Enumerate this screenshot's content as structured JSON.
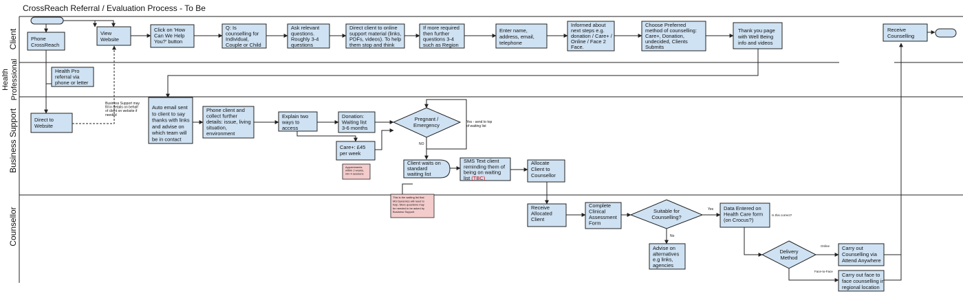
{
  "title": "CrossReach Referral / Evaluation Process - To Be",
  "lanes": [
    "Client",
    "Health Professional",
    "Business Support",
    "Counsellor"
  ],
  "nodes": {
    "phone": [
      "Phone",
      "CrossReach"
    ],
    "view": [
      "View",
      "Website"
    ],
    "howcan": [
      "Click on 'How",
      "Can  We Help",
      "You?'  button"
    ],
    "q": [
      "Q: Is",
      "counselling for",
      "Individual,",
      "Couple or Child"
    ],
    "ask": [
      "Ask relevant",
      "questions.",
      "Roughly 3-4",
      "questions"
    ],
    "direct": [
      "Direct client to online",
      "support material (links,",
      "PDFs, videos). To help",
      "them stop and think"
    ],
    "ifmore": [
      "If more required",
      "then further",
      "questions 3-4",
      "such as Region"
    ],
    "enter": [
      "Enter name,",
      "address, email,",
      "telephone"
    ],
    "informed": [
      "Informed about",
      "next steps e.g.",
      "donation / Care+ /",
      "Online / Face 2",
      "Face."
    ],
    "choose": [
      "Choose Preferred",
      "method of counselling:",
      "Care+, Donation,",
      "undecided, Clients",
      "Submits"
    ],
    "thanks": [
      "Thank you page",
      "with Well Being",
      "info and videos"
    ],
    "receive": [
      "Receive",
      "Counselling"
    ],
    "hpro": [
      "Health Pro",
      "referral via",
      "phone or letter"
    ],
    "dtw": [
      "Direct to",
      "Website"
    ],
    "auto": [
      "Auto email sent",
      "to client to say",
      "thanks with links",
      "and advise on",
      "which team will",
      "be in contact"
    ],
    "phone2": [
      "Phone client and",
      "collect further",
      "details: issue, living",
      "situation,",
      "environment"
    ],
    "explain": [
      "Explain two",
      "ways to",
      "access"
    ],
    "donation": [
      "Donation:",
      "Waiting list",
      "3-6 months"
    ],
    "careplus": [
      "Care+: £45",
      "per week"
    ],
    "pregnant": [
      "Pregnant /",
      "Emergency"
    ],
    "waits": [
      "Client waits on",
      "standard",
      "waiting list"
    ],
    "sms": [
      "SMS Text client",
      "reminding them of",
      "being on waiting"
    ],
    "sms_last": "list",
    "sms_tbc": "(TBC)",
    "allocate": [
      "Allocate",
      "Client to",
      "Counsellor"
    ],
    "recalloc": [
      "Receive",
      "Allocated",
      "Client"
    ],
    "clinical": [
      "Complete",
      "Clinical",
      "Assessment",
      "Form"
    ],
    "suitable": [
      "Suitable for",
      "Counselling?"
    ],
    "advise": [
      "Advise on",
      "alternatives",
      "e.g links,",
      "agencies"
    ],
    "dataentered": [
      "Data Entered on",
      "Health Care form",
      "(on Crocus?)"
    ],
    "delivery": [
      "Delivery",
      "Method"
    ],
    "online": [
      "Carry out",
      "Counselling via",
      "Attend Anywhere"
    ],
    "f2f": [
      "Carry out face to",
      "face counselling in",
      "regional location"
    ]
  },
  "notes": {
    "bsupport": [
      "Business Support may",
      "fill in details on behalf",
      "of client on website if",
      "needed"
    ],
    "yes_send": [
      "Yes - send to top",
      "of waiting list"
    ],
    "no1": "NO",
    "appointments": [
      "Appointments",
      "within 2 weeks,",
      "min 4 sessions"
    ],
    "waitinglist": [
      "This is the waiting list that",
      "MS Dynamics will need to",
      "help. More questions may",
      "be needed to be asked by",
      "Business Support"
    ],
    "yes2": "Yes",
    "no2": "No",
    "iscorrect": "Is this correct?",
    "online": "Online",
    "f2f": "Face-to-Face"
  },
  "colors": {
    "box_fill": "#cfe2f3",
    "note_fill": "#f4cccc",
    "red_text": "#cc0000",
    "line": "#222222"
  }
}
